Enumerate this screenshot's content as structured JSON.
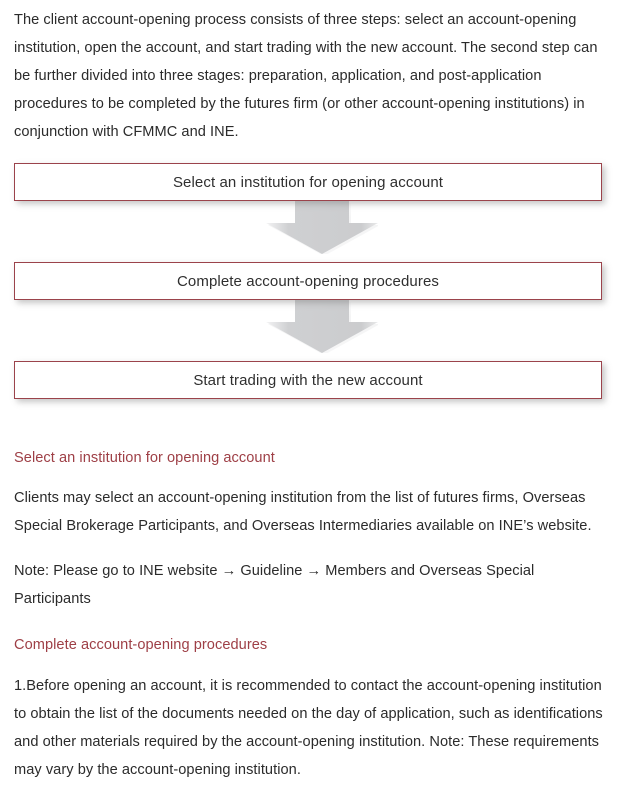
{
  "intro": {
    "text": "The client account-opening process consists of three steps: select an account-opening institution, open the account, and start trading with the new account. The second step can be further divided into three stages: preparation, application, and post-application procedures to be completed by the futures firm (or other account-opening institutions) in conjunction with CFMMC and INE."
  },
  "flowchart": {
    "steps": [
      {
        "label": "Select an institution for opening account"
      },
      {
        "label": "Complete account-opening procedures"
      },
      {
        "label": "Start trading with the new account"
      }
    ],
    "connector_icon": "down-arrow-icon",
    "box_border_color": "#9b434b",
    "arrow_color": "#cfd0d2"
  },
  "sections": [
    {
      "heading": "Select an institution for opening account",
      "body": "Clients may select an account-opening institution from the list of futures firms, Overseas Special Brokerage Participants, and Overseas Intermediaries available on INE’s website.",
      "note": "Note: Please go to INE website → Guideline → Members and Overseas Special Participants"
    },
    {
      "heading": "Complete account-opening procedures",
      "body": "1.Before opening an account, it is recommended to contact the account-opening institution to obtain the list of the documents needed on the day of application, such as identifications and other materials required by the account-opening institution. Note: These requirements may vary by the account-opening institution."
    }
  ],
  "colors": {
    "heading": "#9e3f46",
    "body_text": "#2b2b2b",
    "background": "#ffffff"
  }
}
